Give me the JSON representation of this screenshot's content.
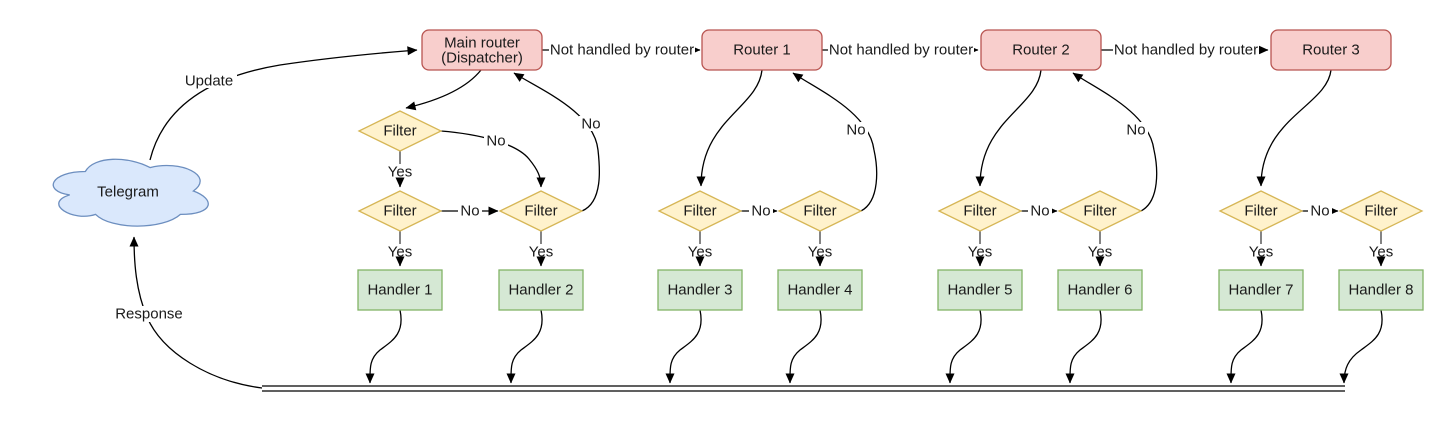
{
  "colors": {
    "router-fill": "#f8cecc",
    "router-stroke": "#b85450",
    "filter-fill": "#fff2cc",
    "filter-stroke": "#d6b656",
    "handler-fill": "#d5e8d4",
    "handler-stroke": "#82b366",
    "cloud-fill": "#dae8fc",
    "cloud-stroke": "#6c8ebf",
    "edge-stroke": "#000000",
    "stub-stroke": "#666666"
  },
  "cloud": {
    "label": "Telegram"
  },
  "routers": {
    "main": {
      "label": "Main router",
      "sublabel": "(Dispatcher)"
    },
    "router1": {
      "label": "Router 1"
    },
    "router2": {
      "label": "Router 2"
    },
    "router3": {
      "label": "Router 3"
    }
  },
  "filter_label": "Filter",
  "handlers": [
    "Handler 1",
    "Handler 2",
    "Handler 3",
    "Handler 4",
    "Handler 5",
    "Handler 6",
    "Handler 7",
    "Handler 8"
  ],
  "edge_labels": {
    "update": "Update",
    "response": "Response",
    "not_handled": "Not handled by router",
    "yes": "Yes",
    "no": "No"
  }
}
